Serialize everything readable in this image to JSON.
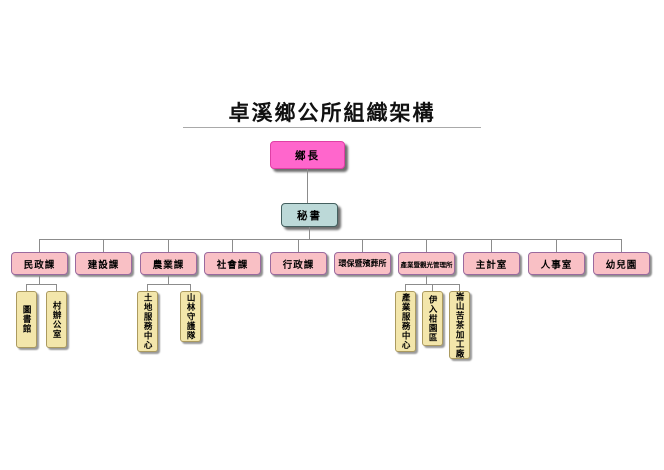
{
  "title": "卓溪鄉公所組織架構",
  "mayor": "鄉長",
  "secretary": "秘書",
  "departments": [
    {
      "label": "民政課",
      "children": [
        "圖書館",
        "村辦公室"
      ]
    },
    {
      "label": "建設課",
      "children": []
    },
    {
      "label": "農業課",
      "children": [
        "土地服務中心",
        "山林守護隊"
      ]
    },
    {
      "label": "社會課",
      "children": []
    },
    {
      "label": "行政課",
      "children": []
    },
    {
      "label": "環保暨殯葬所",
      "children": []
    },
    {
      "label": "產業暨觀光管理所",
      "children": [
        "產業服務中心",
        "伊入柑園區",
        "崙山苦茶加工廠"
      ]
    },
    {
      "label": "主計室",
      "children": []
    },
    {
      "label": "人事室",
      "children": []
    },
    {
      "label": "幼兒園",
      "children": []
    }
  ],
  "colors": {
    "mayor_fill": "#ff66cc",
    "secretary_fill": "#bcd9d8",
    "department_fill": "#f9c0c5",
    "sub_unit_fill": "#f3e6ab",
    "connector": "#8c8c8c"
  }
}
